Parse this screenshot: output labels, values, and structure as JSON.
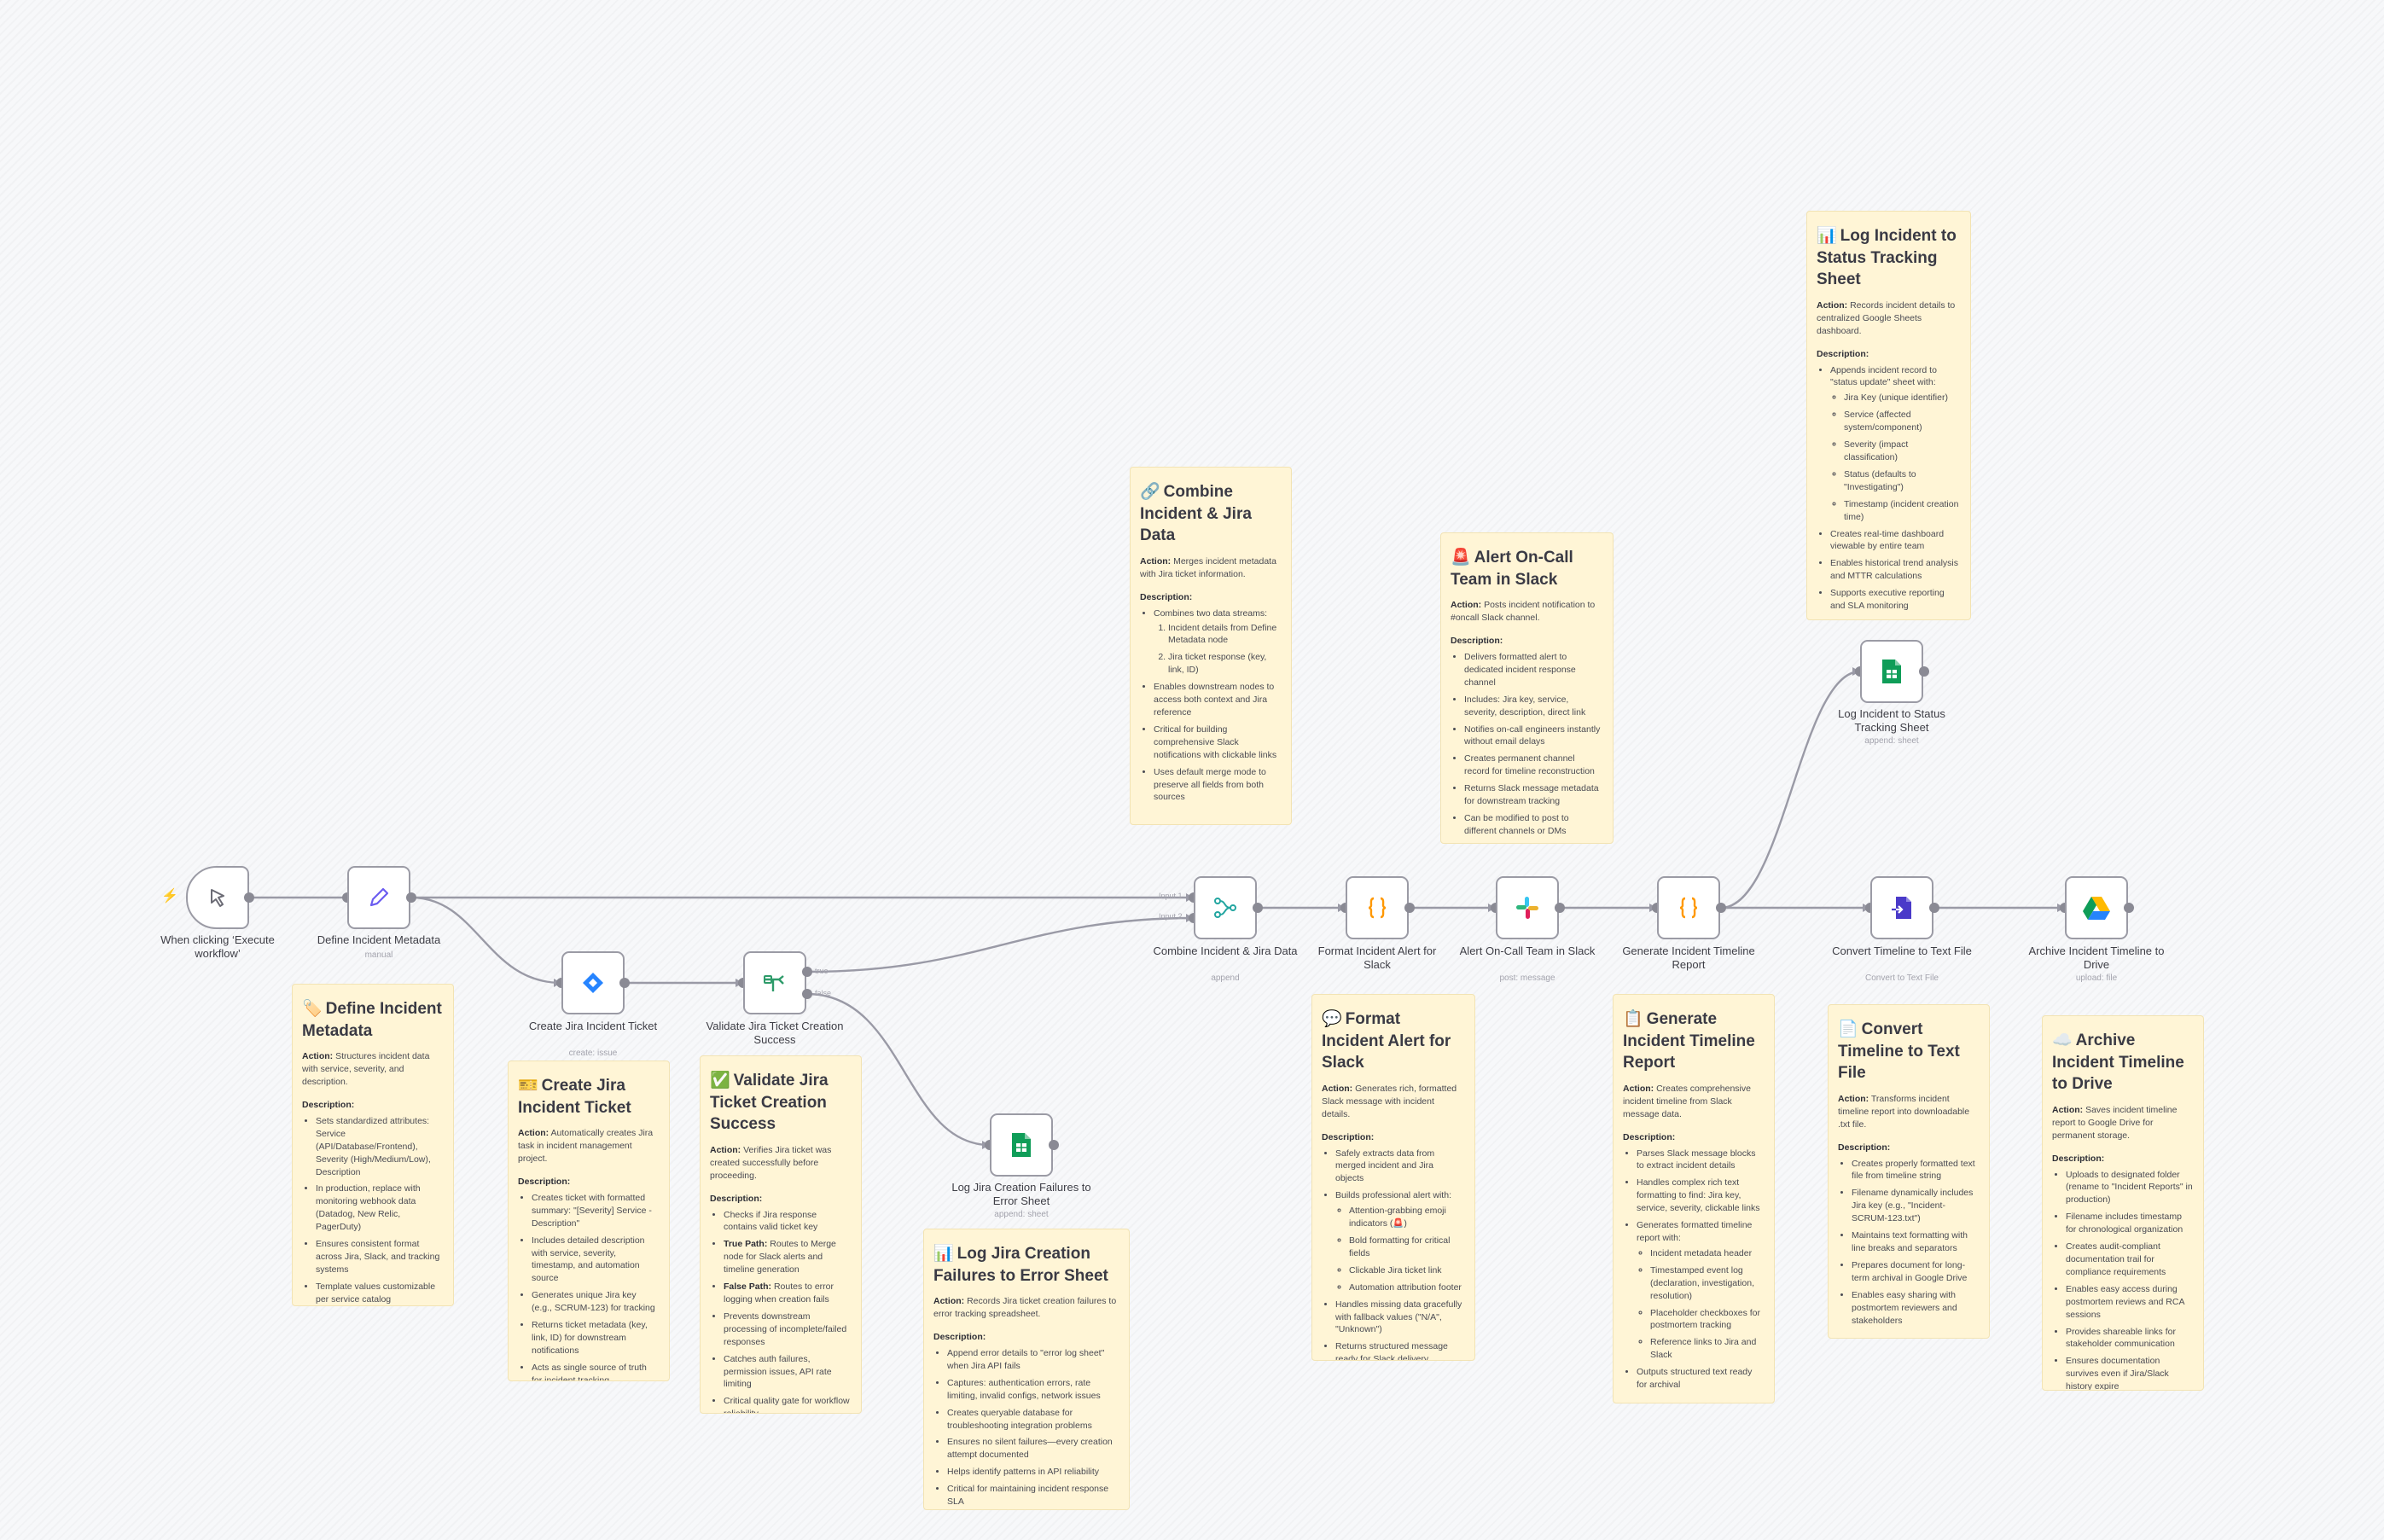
{
  "nodes": {
    "trigger": {
      "label": "When clicking ‘Execute workflow’"
    },
    "define": {
      "label": "Define Incident Metadata",
      "sub": "manual"
    },
    "create_jira": {
      "label": "Create Jira Incident Ticket",
      "sub": "create: issue"
    },
    "validate": {
      "label": "Validate Jira Ticket Creation Success",
      "true_label": "true",
      "false_label": "false"
    },
    "log_error": {
      "label": "Log Jira Creation Failures to Error Sheet",
      "sub": "append: sheet"
    },
    "combine": {
      "label": "Combine Incident & Jira Data",
      "sub": "append",
      "input1": "Input 1",
      "input2": "Input 2"
    },
    "format": {
      "label": "Format Incident Alert for Slack"
    },
    "slack": {
      "label": "Alert On-Call Team in Slack",
      "sub": "post: message"
    },
    "timeline": {
      "label": "Generate Incident Timeline Report"
    },
    "log_status": {
      "label": "Log Incident to Status Tracking Sheet",
      "sub": "append: sheet"
    },
    "convert": {
      "label": "Convert Timeline to Text File",
      "sub": "Convert to Text File"
    },
    "archive": {
      "label": "Archive Incident Timeline to Drive",
      "sub": "upload: file"
    }
  },
  "notes": {
    "define": {
      "emoji": "🏷️",
      "title": "Define Incident Metadata",
      "action_label": "Action:",
      "action": "Structures incident data with service, severity, and description.",
      "desc_label": "Description:",
      "items": [
        "Sets standardized attributes: Service (API/Database/Frontend), Severity (High/Medium/Low), Description",
        "In production, replace with monitoring webhook data (Datadog, New Relic, PagerDuty)",
        "Ensures consistent format across Jira, Slack, and tracking systems",
        "Template values customizable per service catalog"
      ]
    },
    "create_jira": {
      "emoji": "🎫",
      "title": "Create Jira Incident Ticket",
      "action_label": "Action:",
      "action": "Automatically creates Jira task in incident management project.",
      "desc_label": "Description:",
      "items": [
        "Creates ticket with formatted summary: \"[Severity] Service - Description\"",
        "Includes detailed description with service, severity, timestamp, and automation source",
        "Generates unique Jira key (e.g., SCRUM-123) for tracking",
        "Returns ticket metadata (key, link, ID) for downstream notifications",
        "Acts as single source of truth for incident tracking"
      ]
    },
    "validate": {
      "emoji": "✅",
      "title": "Validate Jira Ticket Creation Success",
      "action_label": "Action:",
      "action": "Verifies Jira ticket was created successfully before proceeding.",
      "desc_label": "Description:",
      "items_pre": [
        "Checks if Jira response contains valid ticket key"
      ],
      "true_path_label": "True Path:",
      "true_path": "Routes to Merge node for Slack alerts and timeline generation",
      "false_path_label": "False Path:",
      "false_path": "Routes to error logging when creation fails",
      "items_post": [
        "Prevents downstream processing of incomplete/failed responses",
        "Catches auth failures, permission issues, API rate limiting",
        "Critical quality gate for workflow reliability"
      ]
    },
    "log_error": {
      "emoji": "📊",
      "title": "Log Jira Creation Failures to Error Sheet",
      "action_label": "Action:",
      "action": "Records Jira ticket creation failures to error tracking spreadsheet.",
      "desc_label": "Description:",
      "items": [
        "Append error details to \"error log sheet\" when Jira API fails",
        "Captures: authentication errors, rate limiting, invalid configs, network issues",
        "Creates queryable database for troubleshooting integration problems",
        "Ensures no silent failures—every creation attempt documented",
        "Helps identify patterns in API reliability",
        "Critical for maintaining incident response SLA"
      ]
    },
    "combine": {
      "emoji": "🔗",
      "title": "Combine Incident & Jira Data",
      "action_label": "Action:",
      "action": "Merges incident metadata with Jira ticket information.",
      "desc_label": "Description:",
      "item0": "Combines two data streams:",
      "ordered": [
        "Incident details from Define Metadata node",
        "Jira ticket response (key, link, ID)"
      ],
      "items": [
        "Enables downstream nodes to access both context and Jira reference",
        "Critical for building comprehensive Slack notifications with clickable links",
        "Uses default merge mode to preserve all fields from both sources"
      ]
    },
    "slack": {
      "emoji": "🚨",
      "title": "Alert On-Call Team in Slack",
      "action_label": "Action:",
      "action": "Posts incident notification to #oncall Slack channel.",
      "desc_label": "Description:",
      "items": [
        "Delivers formatted alert to dedicated incident response channel",
        "Includes: Jira key, service, severity, description, direct link",
        "Notifies on-call engineers instantly without email delays",
        "Creates permanent channel record for timeline reconstruction",
        "Returns Slack message metadata for downstream tracking",
        "Can be modified to post to different channels or DMs"
      ]
    },
    "format": {
      "emoji": "💬",
      "title": "Format Incident Alert for Slack",
      "action_label": "Action:",
      "action": "Generates rich, formatted Slack message with incident details.",
      "desc_label": "Description:",
      "items_pre": [
        "Safely extracts data from merged incident and Jira objects"
      ],
      "builds": "Builds professional alert with:",
      "sub": [
        "Attention-grabbing emoji indicators (🚨)",
        "Bold formatting for critical fields",
        "Clickable Jira ticket link",
        "Automation attribution footer"
      ],
      "items_post": [
        "Handles missing data gracefully with fallback values (\"N/A\", \"Unknown\")",
        "Returns structured message ready for Slack delivery"
      ]
    },
    "timeline": {
      "emoji": "📋",
      "title": "Generate Incident Timeline Report",
      "action_label": "Action:",
      "action": "Creates comprehensive incident timeline from Slack message data.",
      "desc_label": "Description:",
      "items_pre": [
        "Parses Slack message blocks to extract incident details",
        "Handles complex rich text formatting to find: Jira key, service, severity, clickable links"
      ],
      "generates": "Generates formatted timeline report with:",
      "sub": [
        "Incident metadata header",
        "Timestamped event log (declaration, investigation, resolution)",
        "Placeholder checkboxes for postmortem tracking",
        "Reference links to Jira and Slack"
      ],
      "items_post": [
        "Outputs structured text ready for archival"
      ]
    },
    "log_status": {
      "emoji": "📊",
      "title": "Log Incident to Status Tracking Sheet",
      "action_label": "Action:",
      "action": "Records incident details to centralized Google Sheets dashboard.",
      "desc_label": "Description:",
      "item0": "Appends incident record to \"status update\" sheet with:",
      "sub": [
        "Jira Key (unique identifier)",
        "Service (affected system/component)",
        "Severity (impact classification)",
        "Status (defaults to \"Investigating\")",
        "Timestamp (incident creation time)"
      ],
      "items": [
        "Creates real-time dashboard viewable by entire team",
        "Enables historical trend analysis and MTTR calculations",
        "Supports executive reporting and SLA monitoring"
      ]
    },
    "convert": {
      "emoji": "📄",
      "title": "Convert Timeline to Text File",
      "action_label": "Action:",
      "action": "Transforms incident timeline report into downloadable .txt file.",
      "desc_label": "Description:",
      "items": [
        "Creates properly formatted text file from timeline string",
        "Filename dynamically includes Jira key (e.g., \"Incident-SCRUM-123.txt\")",
        "Maintains text formatting with line breaks and separators",
        "Prepares document for long-term archival in Google Drive",
        "Enables easy sharing with postmortem reviewers and stakeholders"
      ]
    },
    "archive": {
      "emoji": "☁️",
      "title": "Archive Incident Timeline to Drive",
      "action_label": "Action:",
      "action": "Saves incident timeline report to Google Drive for permanent storage.",
      "desc_label": "Description:",
      "items": [
        "Uploads to designated folder (rename to \"Incident Reports\" in production)",
        "Filename includes timestamp for chronological organization",
        "Creates audit-compliant documentation trail for compliance requirements",
        "Enables easy access during postmortem reviews and RCA sessions",
        "Provides shareable links for stakeholder communication",
        "Ensures documentation survives even if Jira/Slack history expire"
      ]
    }
  },
  "icons": {
    "trigger": "cursor-click-icon",
    "define": "pencil-edit-icon",
    "create_jira": "jira-icon",
    "validate": "if-branch-icon",
    "sheets": "google-sheets-icon",
    "combine": "merge-icon",
    "code": "code-braces-icon",
    "slack": "slack-icon",
    "convert": "file-convert-icon",
    "drive": "google-drive-icon",
    "bolt": "lightning-bolt-icon"
  },
  "colors": {
    "note_bg": "#fff5d6",
    "edge": "#9a9aa6",
    "jira": "#2684ff",
    "sheets": "#0f9d58",
    "code": "#ff9800",
    "merge": "#22a5a0",
    "if": "#2e9b6a",
    "convert": "#4a3ac9",
    "trigger_accent": "#ff6d5a",
    "pencil": "#6b5cf0"
  }
}
